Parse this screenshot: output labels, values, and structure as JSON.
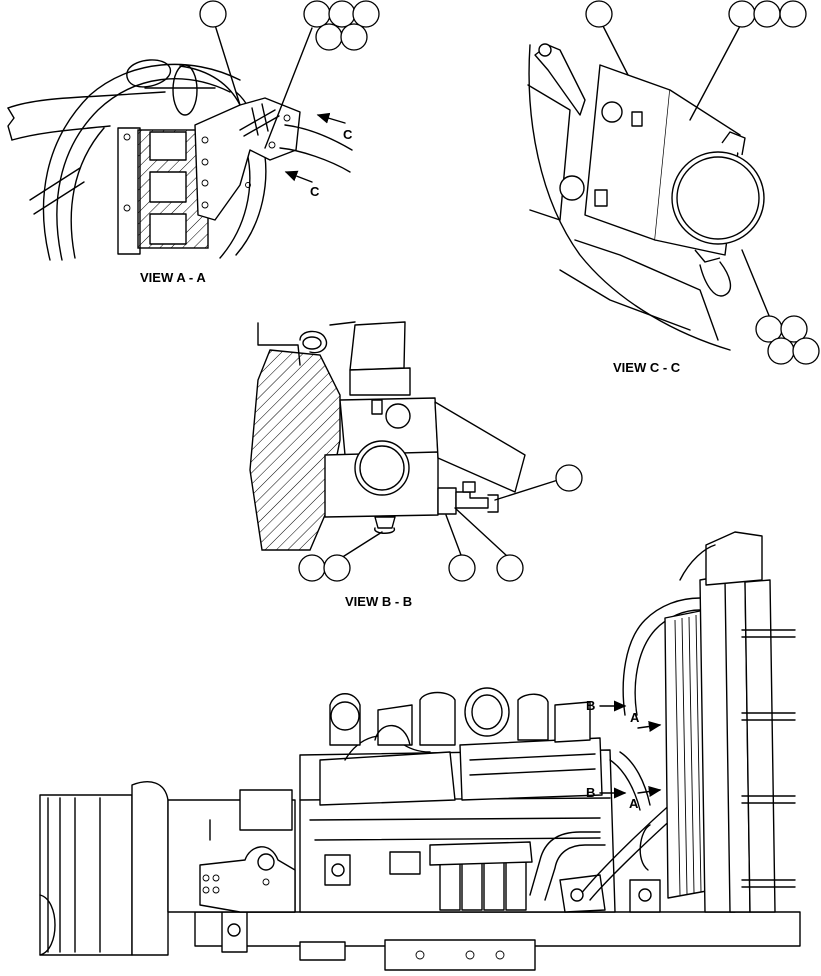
{
  "views": {
    "view_a": {
      "label": "VIEW A - A",
      "section_marker": "C"
    },
    "view_b": {
      "label": "VIEW B - B"
    },
    "view_c": {
      "label": "VIEW C - C"
    }
  },
  "main_view": {
    "section_markers": {
      "a": "A",
      "b": "B"
    }
  }
}
